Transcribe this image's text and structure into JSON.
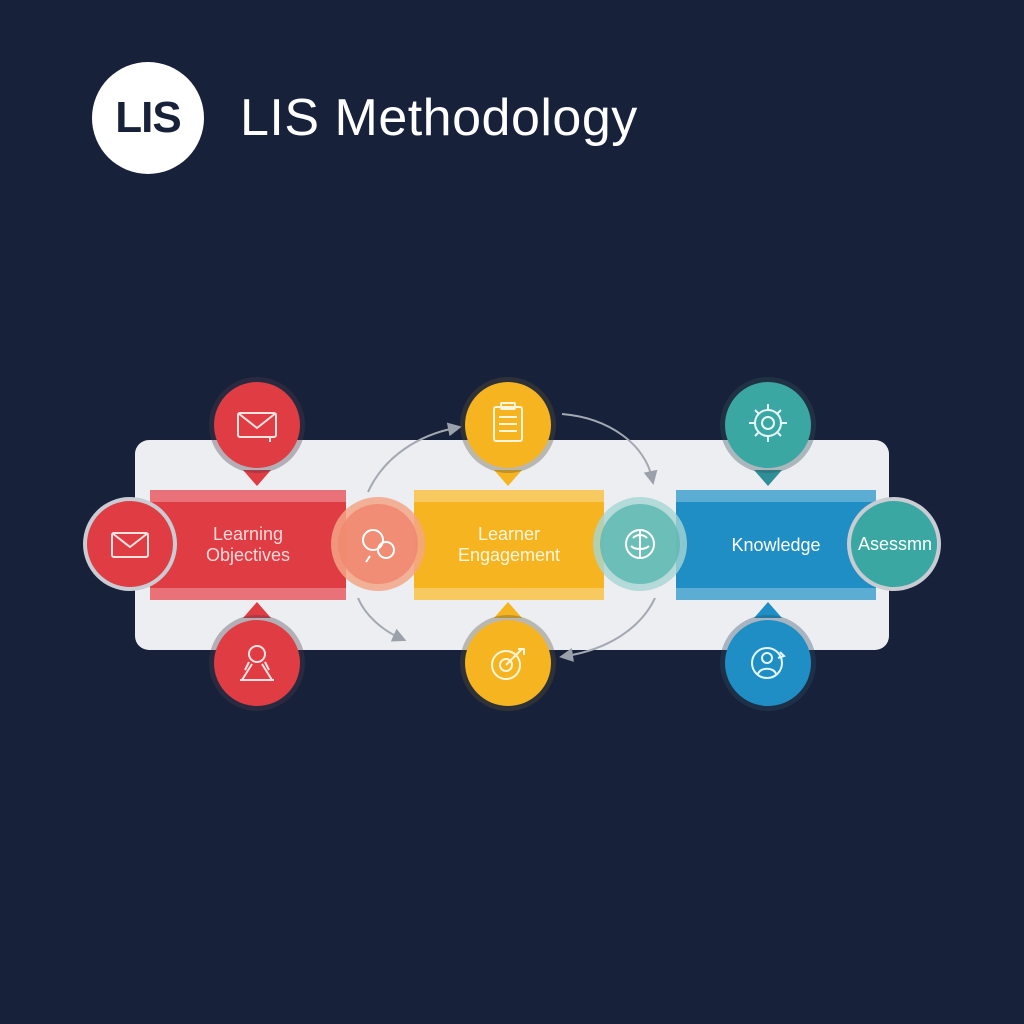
{
  "header": {
    "logo_text": "LIS",
    "title": "LIS Methodology"
  },
  "stages": [
    {
      "line1": "Learning",
      "line2": "Objectives",
      "color": "#e03c44"
    },
    {
      "line1": "Learner",
      "line2": "Engagement",
      "color": "#f6b420"
    },
    {
      "line1": "Knowledge",
      "line2": "",
      "color": "#1e8ec4"
    },
    {
      "line1": "Asessmn",
      "line2": "",
      "color": "#3aa7a3"
    }
  ],
  "icons": {
    "top": [
      "envelope-icon",
      "clipboard-icon",
      "gear-search-icon"
    ],
    "bottom": [
      "people-icon",
      "target-icon",
      "user-refresh-icon"
    ],
    "band": [
      "envelope-icon",
      "chat-bubbles-icon",
      "brain-icon"
    ]
  },
  "colors": {
    "background": "#17213a",
    "red": "#e03c44",
    "yellow": "#f6b420",
    "blue": "#1e8ec4",
    "teal": "#3aa7a3",
    "panel": "#eceef1"
  }
}
